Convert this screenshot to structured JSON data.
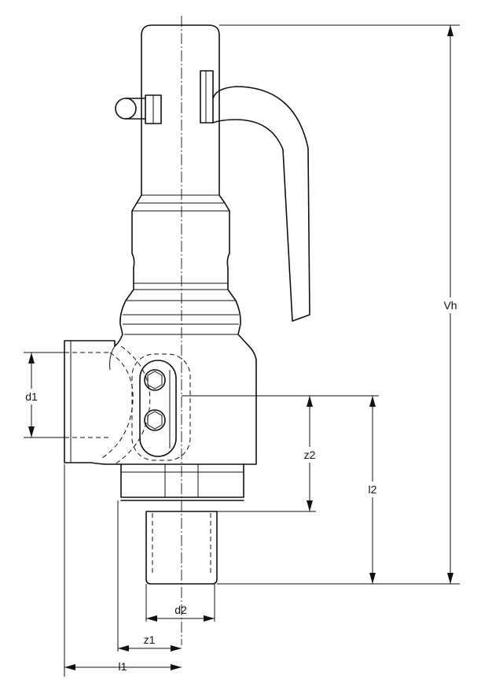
{
  "labels": {
    "vh": "Vh",
    "d1": "d1",
    "z2": "z2",
    "l2": "l2",
    "d2": "d2",
    "z1": "z1",
    "l1": "l1"
  }
}
